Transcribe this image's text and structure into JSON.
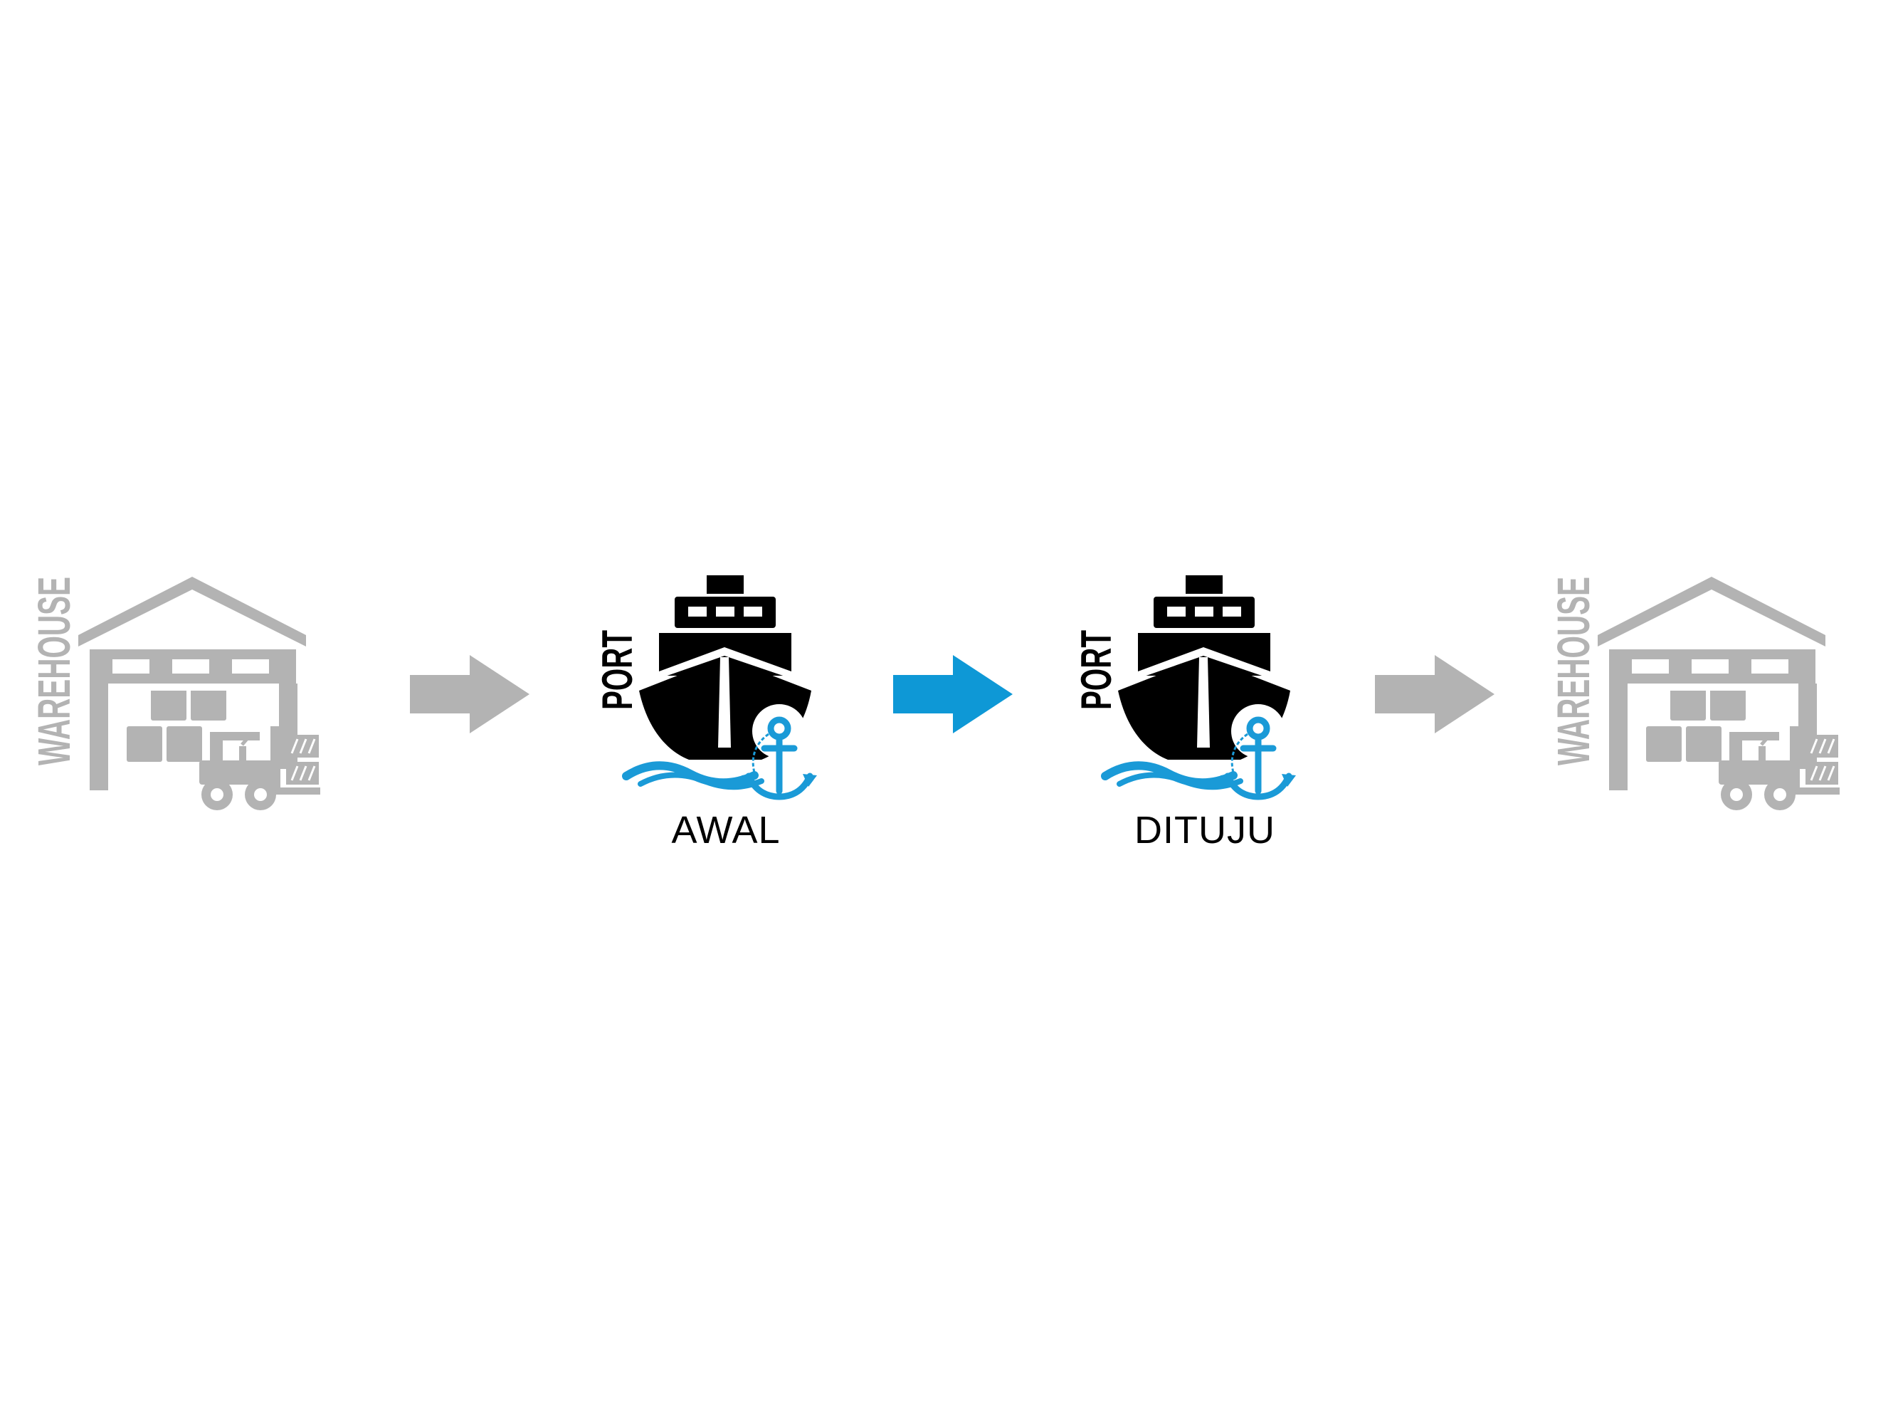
{
  "colors": {
    "warehouse_gray": "#b3b3b3",
    "arrow_gray": "#b3b3b3",
    "arrow_blue": "#0e98d6",
    "ship_black": "#000000",
    "sea_blue": "#1a9ad7",
    "label_black": "#000000"
  },
  "flow": {
    "origin_warehouse": {
      "vertical_text": "WAREHOUSE",
      "icon": "warehouse-forklift-icon"
    },
    "origin_port": {
      "vertical_text": "PORT",
      "label": "AWAL",
      "icon": "ship-anchor-icon"
    },
    "destination_port": {
      "vertical_text": "PORT",
      "label": "DITUJU",
      "icon": "ship-anchor-icon"
    },
    "destination_warehouse": {
      "vertical_text": "WAREHOUSE",
      "icon": "warehouse-forklift-icon"
    }
  },
  "arrows": [
    {
      "icon": "arrow-right-icon",
      "color": "#b3b3b3"
    },
    {
      "icon": "arrow-right-icon",
      "color": "#0e98d6"
    },
    {
      "icon": "arrow-right-icon",
      "color": "#b3b3b3"
    }
  ]
}
